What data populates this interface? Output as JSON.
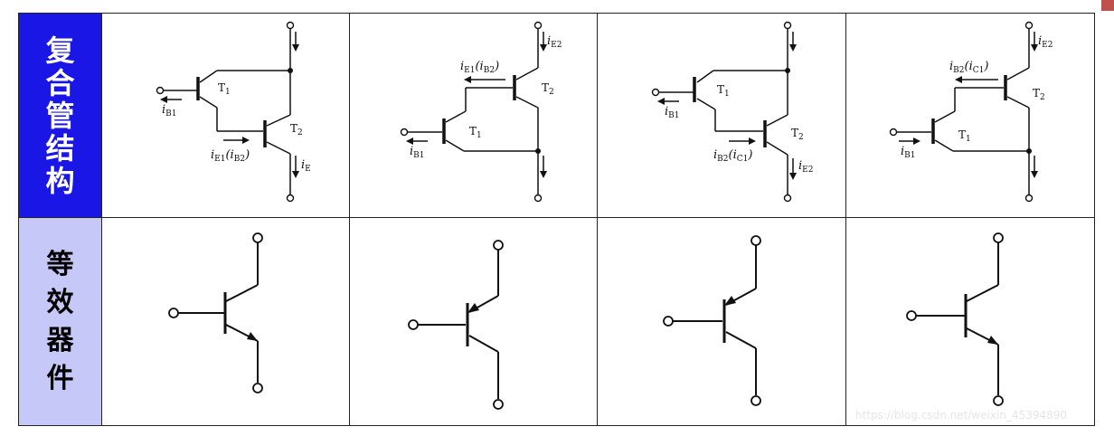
{
  "rows": {
    "top_header": "复\n合\n管\n结\n构",
    "bottom_header": "等\n效\n器\n件"
  },
  "labels": {
    "T1": "T",
    "T2": "T",
    "sub1": "1",
    "sub2": "2",
    "i": "i",
    "B1": "B1",
    "E1": "E1",
    "B2": "B2",
    "E2": "E2",
    "C1": "C1",
    "E": "E"
  },
  "colors": {
    "top_header_bg": "#1a17e6",
    "bottom_header_bg": "#c6c8f8",
    "top_header_text": "#ffffff",
    "bottom_header_text": "#000000"
  },
  "watermark": "https://blog.csdn.net/weixin_45394890"
}
